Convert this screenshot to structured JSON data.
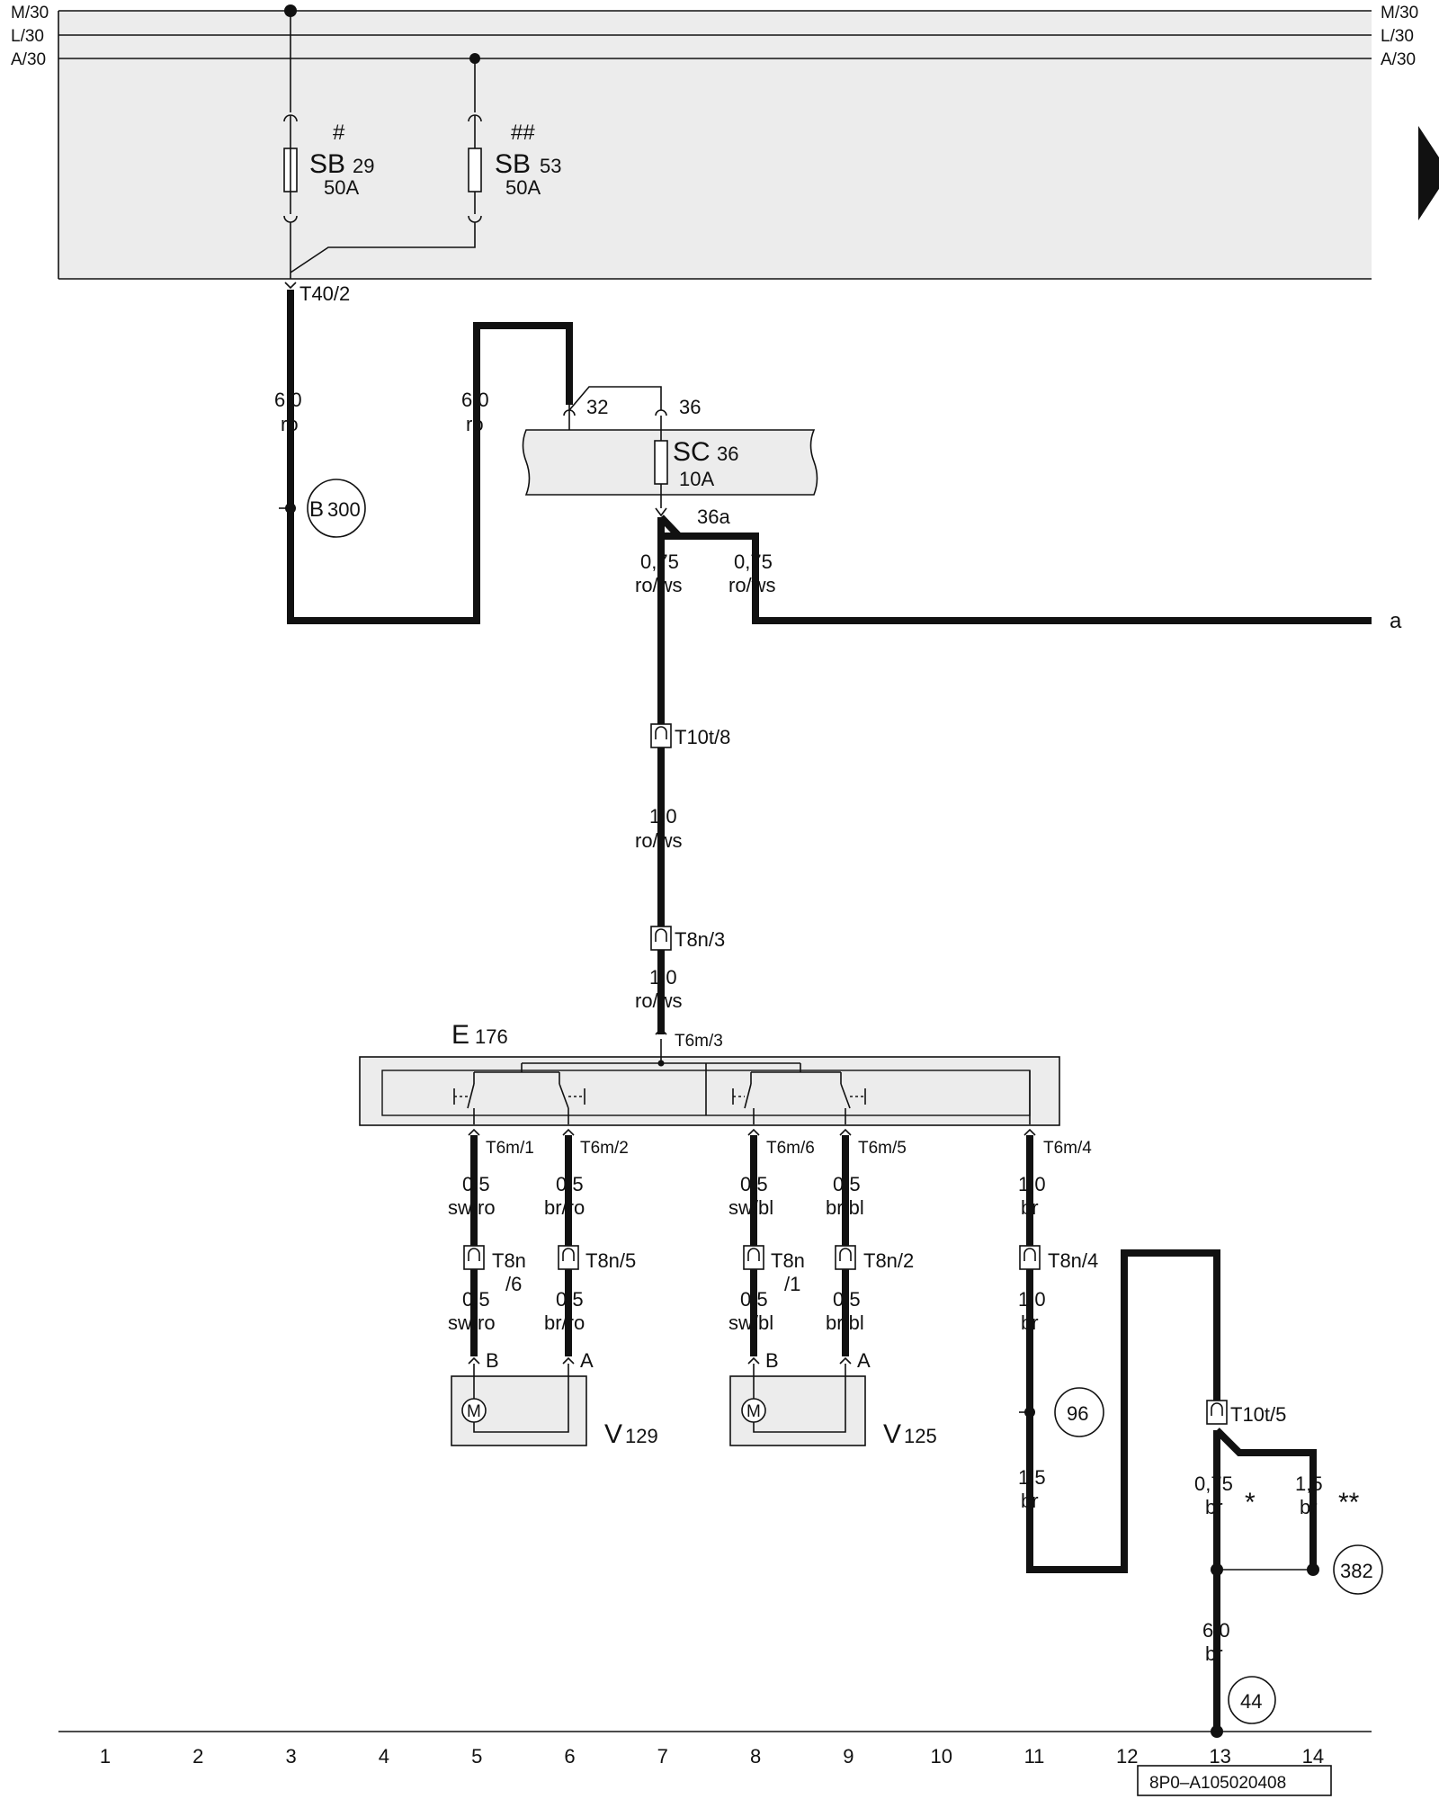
{
  "rails": {
    "m30": "M/30",
    "l30": "L/30",
    "a30": "A/30"
  },
  "fuses": {
    "sb29": {
      "mark": "#",
      "name": "SB",
      "num": "29",
      "rating": "50A"
    },
    "sb53": {
      "mark": "##",
      "name": "SB",
      "num": "53",
      "rating": "50A"
    },
    "sc36": {
      "name": "SC",
      "num": "36",
      "rating": "10A"
    }
  },
  "connectors": {
    "t40_2": "T40/2",
    "t10t_8": "T10t/8",
    "t8n_3": "T8n/3",
    "t6m_3": "T6m/3",
    "t6m_1": "T6m/1",
    "t6m_2": "T6m/2",
    "t6m_6": "T6m/6",
    "t6m_5": "T6m/5",
    "t6m_4": "T6m/4",
    "t8n_6a": "T8n",
    "t8n_6b": "/6",
    "t8n_5": "T8n/5",
    "t8n_1a": "T8n",
    "t8n_1b": "/1",
    "t8n_2": "T8n/2",
    "t8n_4": "T8n/4",
    "t10t_5": "T10t/5"
  },
  "terminals": {
    "p32": "32",
    "p36": "36",
    "p36a": "36a",
    "pB1": "B",
    "pA1": "A",
    "pB2": "B",
    "pA2": "A"
  },
  "wires": {
    "w1": [
      "6,0",
      "ro"
    ],
    "w2": [
      "6,0",
      "ro"
    ],
    "w3": [
      "0,75",
      "ro/ws"
    ],
    "w4": [
      "0,75",
      "ro/ws"
    ],
    "w5": [
      "1,0",
      "ro/ws"
    ],
    "w6": [
      "1,0",
      "ro/ws"
    ],
    "w7": [
      "0,5",
      "sw/ro"
    ],
    "w8": [
      "0,5",
      "br/ro"
    ],
    "w9": [
      "0,5",
      "sw/bl"
    ],
    "w10": [
      "0,5",
      "br/bl"
    ],
    "w11": [
      "1,0",
      "br"
    ],
    "w12": [
      "0,5",
      "sw/ro"
    ],
    "w13": [
      "0,5",
      "br/ro"
    ],
    "w14": [
      "0,5",
      "sw/bl"
    ],
    "w15": [
      "0,5",
      "br/bl"
    ],
    "w16": [
      "1,0",
      "br"
    ],
    "w17": [
      "1,5",
      "br"
    ],
    "w18": [
      "0,75",
      "br"
    ],
    "w19": [
      "1,5",
      "br"
    ],
    "w20": [
      "6,0",
      "br"
    ]
  },
  "stars": {
    "s1": "*",
    "s2": "**"
  },
  "components": {
    "e176": {
      "name": "E",
      "num": "176"
    },
    "v129": {
      "name": "V",
      "num": "129"
    },
    "v125": {
      "name": "V",
      "num": "125"
    },
    "motor": "M"
  },
  "grounds": {
    "b300a": "B",
    "b300b": "300",
    "g96": "96",
    "g382": "382",
    "g44": "44"
  },
  "continuation": "a",
  "grid": [
    "1",
    "2",
    "3",
    "4",
    "5",
    "6",
    "7",
    "8",
    "9",
    "10",
    "11",
    "12",
    "13",
    "14"
  ],
  "doc_id": "8P0–A105020408"
}
